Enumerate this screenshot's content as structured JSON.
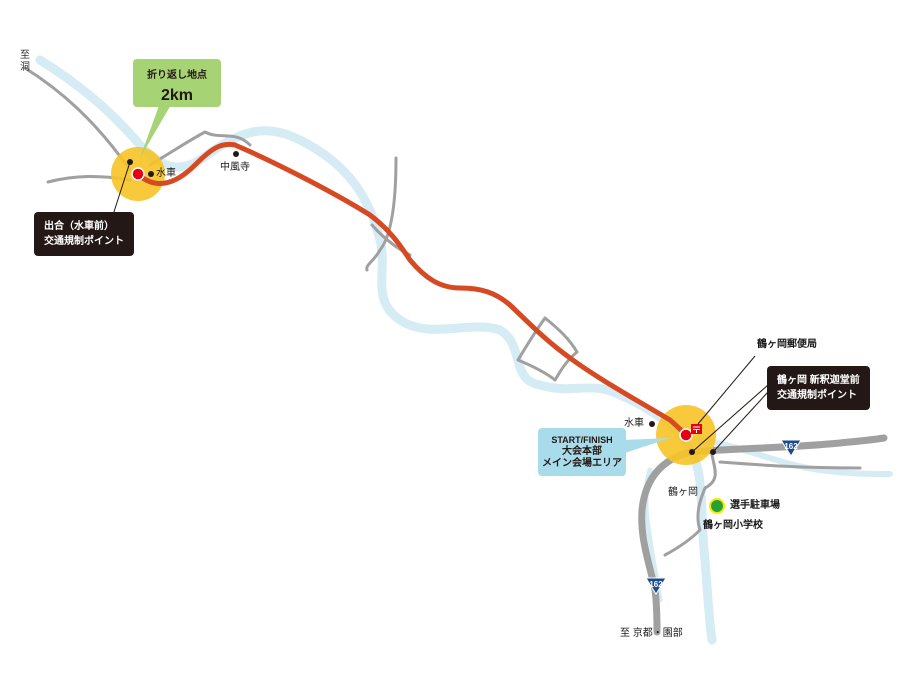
{
  "header_label": {
    "top_left_dest": [
      "至",
      "洞"
    ],
    "bottom_dest": "至 京都・園部"
  },
  "turnaround": {
    "title": "折り返し地点",
    "distance": "2km"
  },
  "checkpoint_demukai": {
    "line1": "出合（水車前）",
    "line2": "交通規制ポイント"
  },
  "start_finish": {
    "line1": "START/FINISH",
    "line2": "大会本部",
    "line3": "メイン会場エリア"
  },
  "checkpoint_tsurugaoka": {
    "line1": "鶴ヶ岡 新釈迦堂前",
    "line2": "交通規制ポイント"
  },
  "places": {
    "suisha_west": "水車",
    "chufuji": "中風寺",
    "post_office": "鶴ヶ岡郵便局",
    "suisha_east": "水車",
    "tsurugaoka": "鶴ヶ岡",
    "athlete_parking": "選手駐車場",
    "school": "鶴ヶ岡小学校"
  },
  "routes": {
    "route_east": "162",
    "route_south": "162"
  },
  "colors": {
    "course": "#d64a23",
    "river": "#d5ecf5",
    "road": "#a0a0a0",
    "halo": "#f6c326",
    "marker_red": "#e60012",
    "parking": "#22a338",
    "route_shield": "#1c4a8f"
  }
}
